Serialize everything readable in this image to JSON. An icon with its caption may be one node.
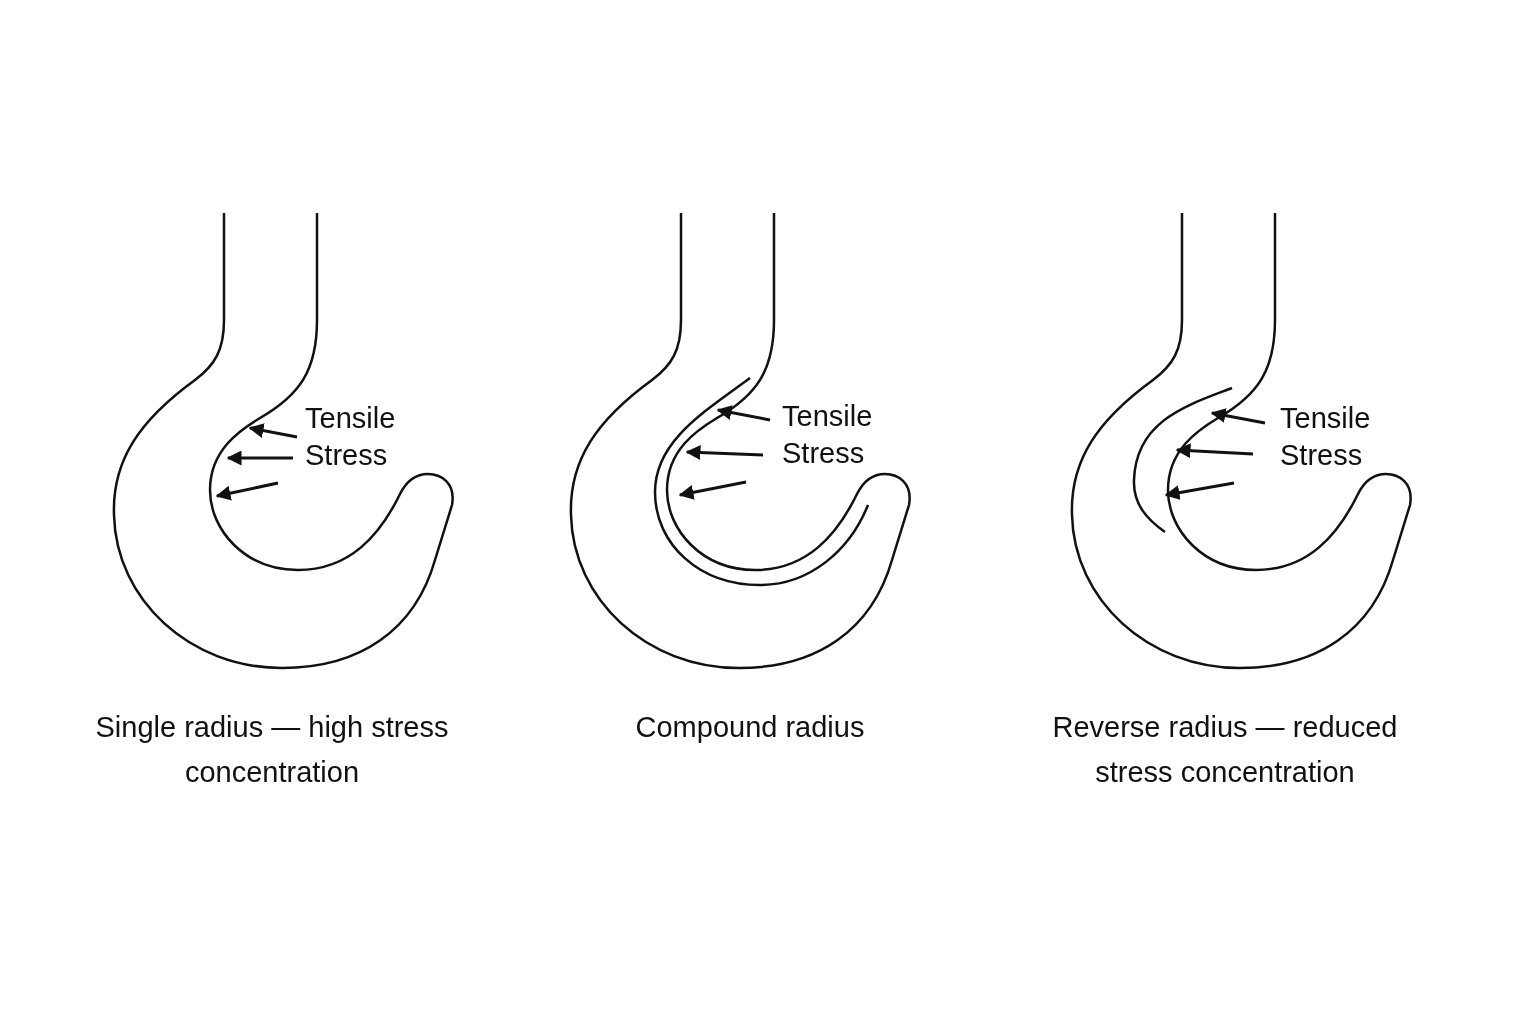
{
  "diagram": {
    "labels": [
      "Tensile Stress",
      "Tensile Stress",
      "Tensile Stress",
      "Single radius — high stress concentration",
      "Compound radius",
      "Reverse radius — reduced stress concentration"
    ]
  }
}
